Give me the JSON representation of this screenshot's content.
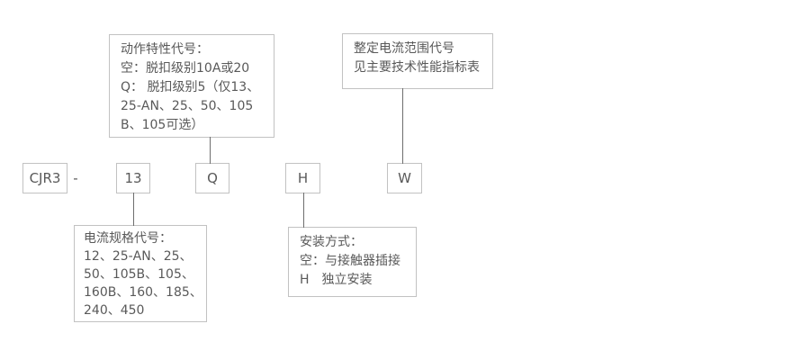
{
  "colors": {
    "background": "#ffffff",
    "box_border": "#c2c2c2",
    "text": "#595959",
    "connector": "#6e6e6e"
  },
  "model_code": {
    "prefix": "CJR3",
    "separator": "-",
    "segments": [
      {
        "meaning": "current-spec",
        "value": "13"
      },
      {
        "meaning": "action-characteristic",
        "value": "Q"
      },
      {
        "meaning": "mounting",
        "value": "H"
      },
      {
        "meaning": "current-range",
        "value": "W"
      }
    ]
  },
  "notes": {
    "action_characteristic": "动作特性代号：\n空：脱扣级别10A或20\nQ： 脱扣级别5（仅13、\n25-AN、25、50、105\nB、105可选）",
    "current_range": "整定电流范围代号\n见主要技术性能指标表",
    "current_spec": "电流规格代号：\n12、25-AN、25、\n50、105B、105、\n160B、160、185、\n240、450",
    "mounting": "安装方式：\n空：与接触器插接\nH　独立安装"
  }
}
